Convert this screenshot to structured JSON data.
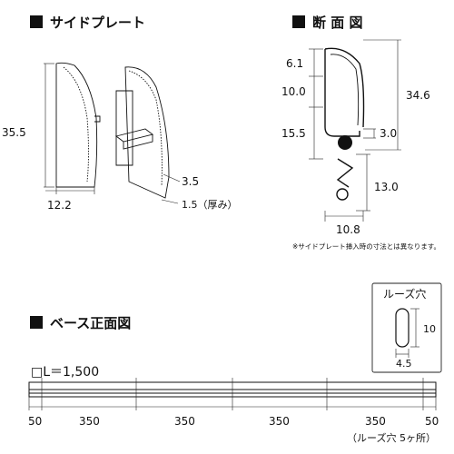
{
  "headings": {
    "side_plate": "サイドプレート",
    "cross_section": "断 面 図",
    "base_front": "ベース正面図",
    "loose_hole": "ルーズ穴"
  },
  "side_plate_dims": {
    "height": "35.5",
    "width": "12.2",
    "lip": "3.5",
    "thickness": "1.5（厚み）"
  },
  "section_dims": {
    "d1": "6.1",
    "d2": "10.0",
    "d3": "15.5",
    "total": "34.6",
    "groove": "3.0",
    "tail": "13.0",
    "width": "10.8"
  },
  "note": "※サイドプレート挿入時の寸法とは異なります。",
  "loose_hole_dims": {
    "height": "10",
    "width": "4.5"
  },
  "base": {
    "length_label": "□L＝1,500",
    "end_left": "50",
    "spacing": [
      "350",
      "350",
      "350",
      "350"
    ],
    "end_right": "50",
    "hole_note": "（ルーズ穴 5ヶ所）"
  }
}
